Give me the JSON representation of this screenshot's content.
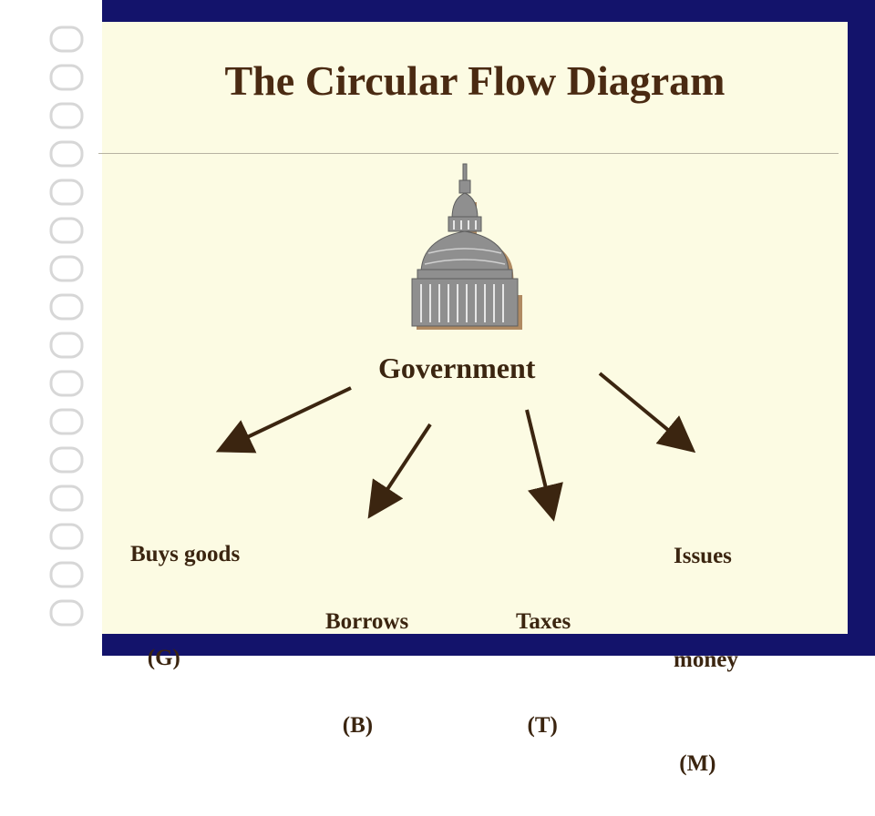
{
  "title": "The Circular Flow Diagram",
  "center": {
    "label": "Government",
    "icon": "capitol-building-icon"
  },
  "flows": [
    {
      "id": "buys",
      "lines": [
        "Buys goods",
        "   (G)"
      ]
    },
    {
      "id": "borrows",
      "lines": [
        "Borrows",
        "   (B)"
      ]
    },
    {
      "id": "taxes",
      "lines": [
        "Taxes",
        "  (T)"
      ]
    },
    {
      "id": "issues",
      "lines": [
        "Issues",
        "money",
        " (M)"
      ]
    }
  ],
  "colors": {
    "frame": "#13136b",
    "slide_background": "#fcfbe3",
    "title_text": "#4a2a12",
    "arrow": "#3b2510",
    "dome_gray": "#8f8f8f",
    "dome_shadow": "#b08a62"
  }
}
